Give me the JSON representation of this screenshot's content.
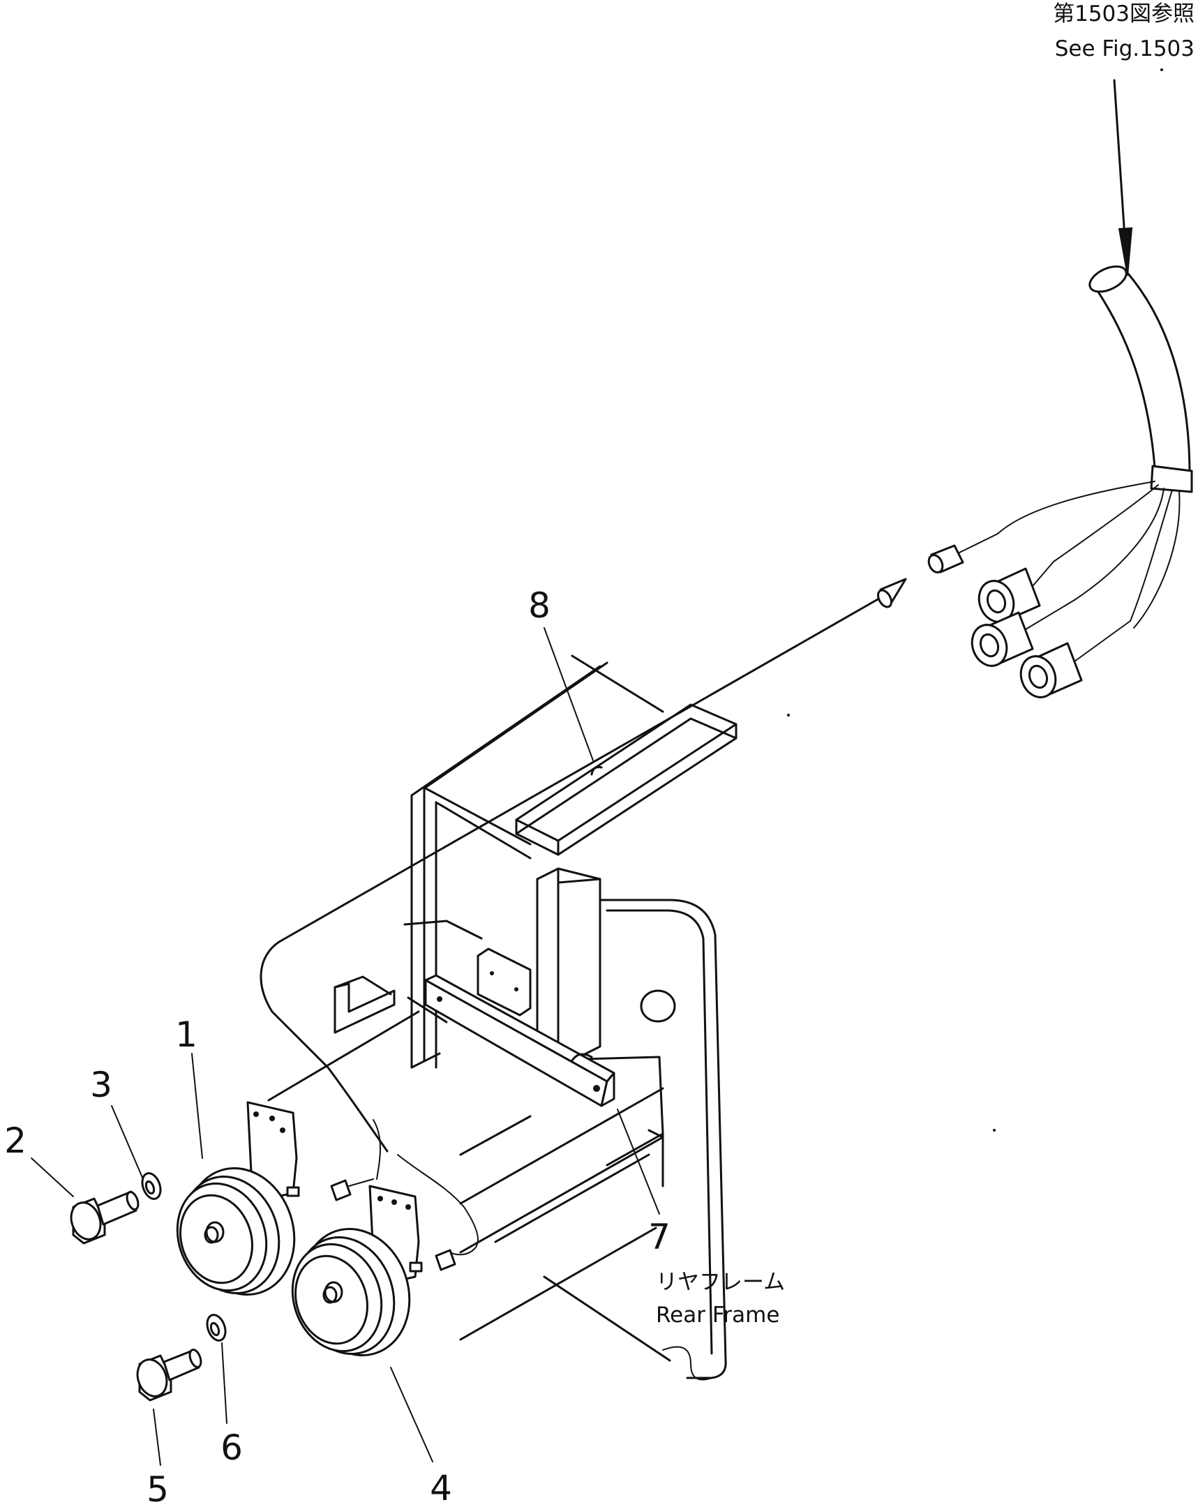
{
  "reference_note": {
    "japanese": "第1503図参照",
    "english": "See Fig.1503"
  },
  "frame_label": {
    "japanese": "リヤフレーム",
    "english": "Rear Frame"
  },
  "callouts": [
    "1",
    "2",
    "3",
    "4",
    "5",
    "6",
    "7",
    "8"
  ],
  "line_color": "#111111",
  "background_color": "#ffffff"
}
